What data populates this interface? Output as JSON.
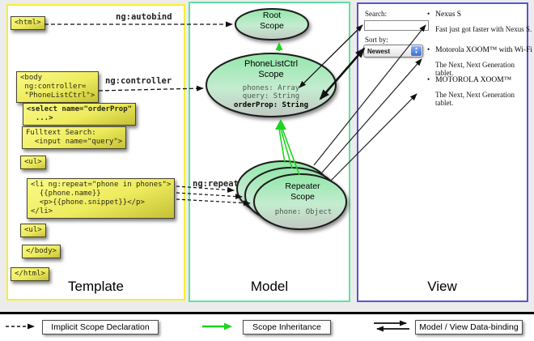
{
  "panels": {
    "template": {
      "title": "Template"
    },
    "model": {
      "title": "Model"
    },
    "view": {
      "title": "View"
    }
  },
  "template_code": {
    "html_open": "<html>",
    "body_open": "<body\n ng:controller=\n \"PhoneListCtrl\">",
    "select": "<select name=\"orderProp\"\n  ...>",
    "fulltext": "Fulltext Search:\n  <input name=\"query\">",
    "ul_open": "<ul>",
    "li_repeat": "<li ng:repeat=\"phone in phones\">\n  {{phone.name}}\n  <p>{{phone.snippet}}</p>\n</li>",
    "ul_close": "<ul>",
    "body_close": "</body>",
    "html_close": "</html>"
  },
  "arrow_labels": {
    "autobind": "ng:autobind",
    "controller": "ng:controller",
    "repeat": "ng:repeat"
  },
  "scopes": {
    "root": {
      "title": "Root\nScope"
    },
    "phone_list": {
      "title": "PhoneListCtrl\nScope",
      "prop_phones": "phones: Array",
      "prop_query": "query: String",
      "prop_order": "orderProp: String"
    },
    "repeater": {
      "title": "Repeater\nScope",
      "prop_phone": "phone: Object"
    }
  },
  "view": {
    "search_label": "Search:",
    "search_value": "",
    "sort_label": "Sort by:",
    "sort_value": "Newest",
    "items": [
      {
        "name": "Nexus S",
        "snippet": "Fast just got faster with Nexus S."
      },
      {
        "name": "Motorola XOOM™ with Wi-Fi",
        "snippet": "The Next, Next Generation tablet."
      },
      {
        "name": "MOTOROLA XOOM™",
        "snippet": "The Next, Next Generation tablet."
      }
    ]
  },
  "legend": {
    "implicit": "Implicit Scope Declaration",
    "inheritance": "Scope Inheritance",
    "databinding": "Model / View Data-binding"
  },
  "icons": {
    "bullet": "•",
    "stepper_up": "▲",
    "stepper_down": "▼"
  },
  "colors": {
    "template_border": "#F5EE3A",
    "model_border": "#5FE3A1",
    "view_border": "#5B54CF",
    "inheritance_green": "#1FD41F",
    "box_yellow": "#EFEA5C"
  }
}
